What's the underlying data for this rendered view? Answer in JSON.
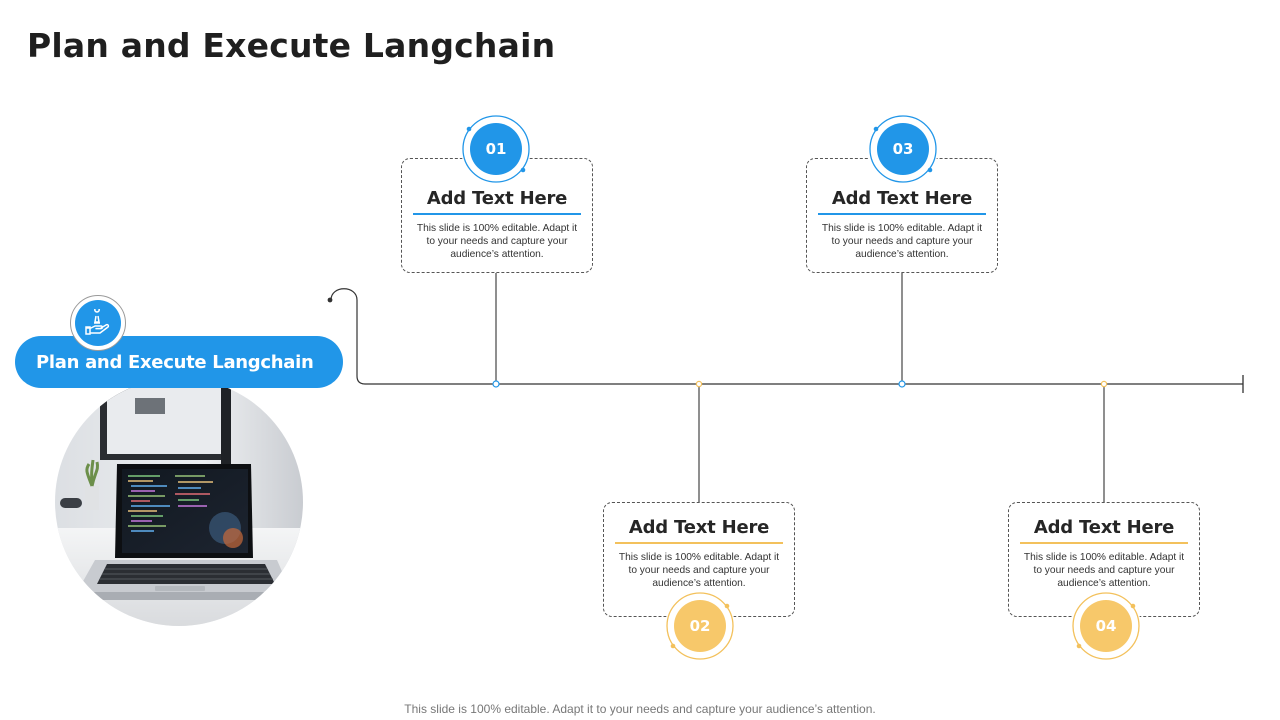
{
  "slide": {
    "title": "Plan and Execute Langchain",
    "footer": "This slide is 100% editable. Adapt it to your needs and capture your audience’s attention."
  },
  "hero": {
    "label": "Plan and Execute Langchain",
    "icon": "hand-holding-chess-piece-icon",
    "photo": "laptop-with-code-photo"
  },
  "colors": {
    "blue": "#2196e8",
    "yellow": "#f7c86a",
    "yellow_ring": "#f3c15c",
    "line": "#333333"
  },
  "steps": [
    {
      "number": "01",
      "heading": "Add Text Here",
      "body": "This slide is 100% editable.  Adapt it to your needs and capture your audience’s attention.",
      "accent": "blue"
    },
    {
      "number": "02",
      "heading": "Add Text Here",
      "body": "This slide is 100% editable.  Adapt it to your needs and capture your audience’s attention.",
      "accent": "yellow"
    },
    {
      "number": "03",
      "heading": "Add Text Here",
      "body": "This slide is 100% editable.  Adapt it to your needs and capture your audience’s attention.",
      "accent": "blue"
    },
    {
      "number": "04",
      "heading": "Add Text Here",
      "body": "This slide is 100% editable.  Adapt it to your needs and capture your audience’s attention.",
      "accent": "yellow"
    }
  ]
}
